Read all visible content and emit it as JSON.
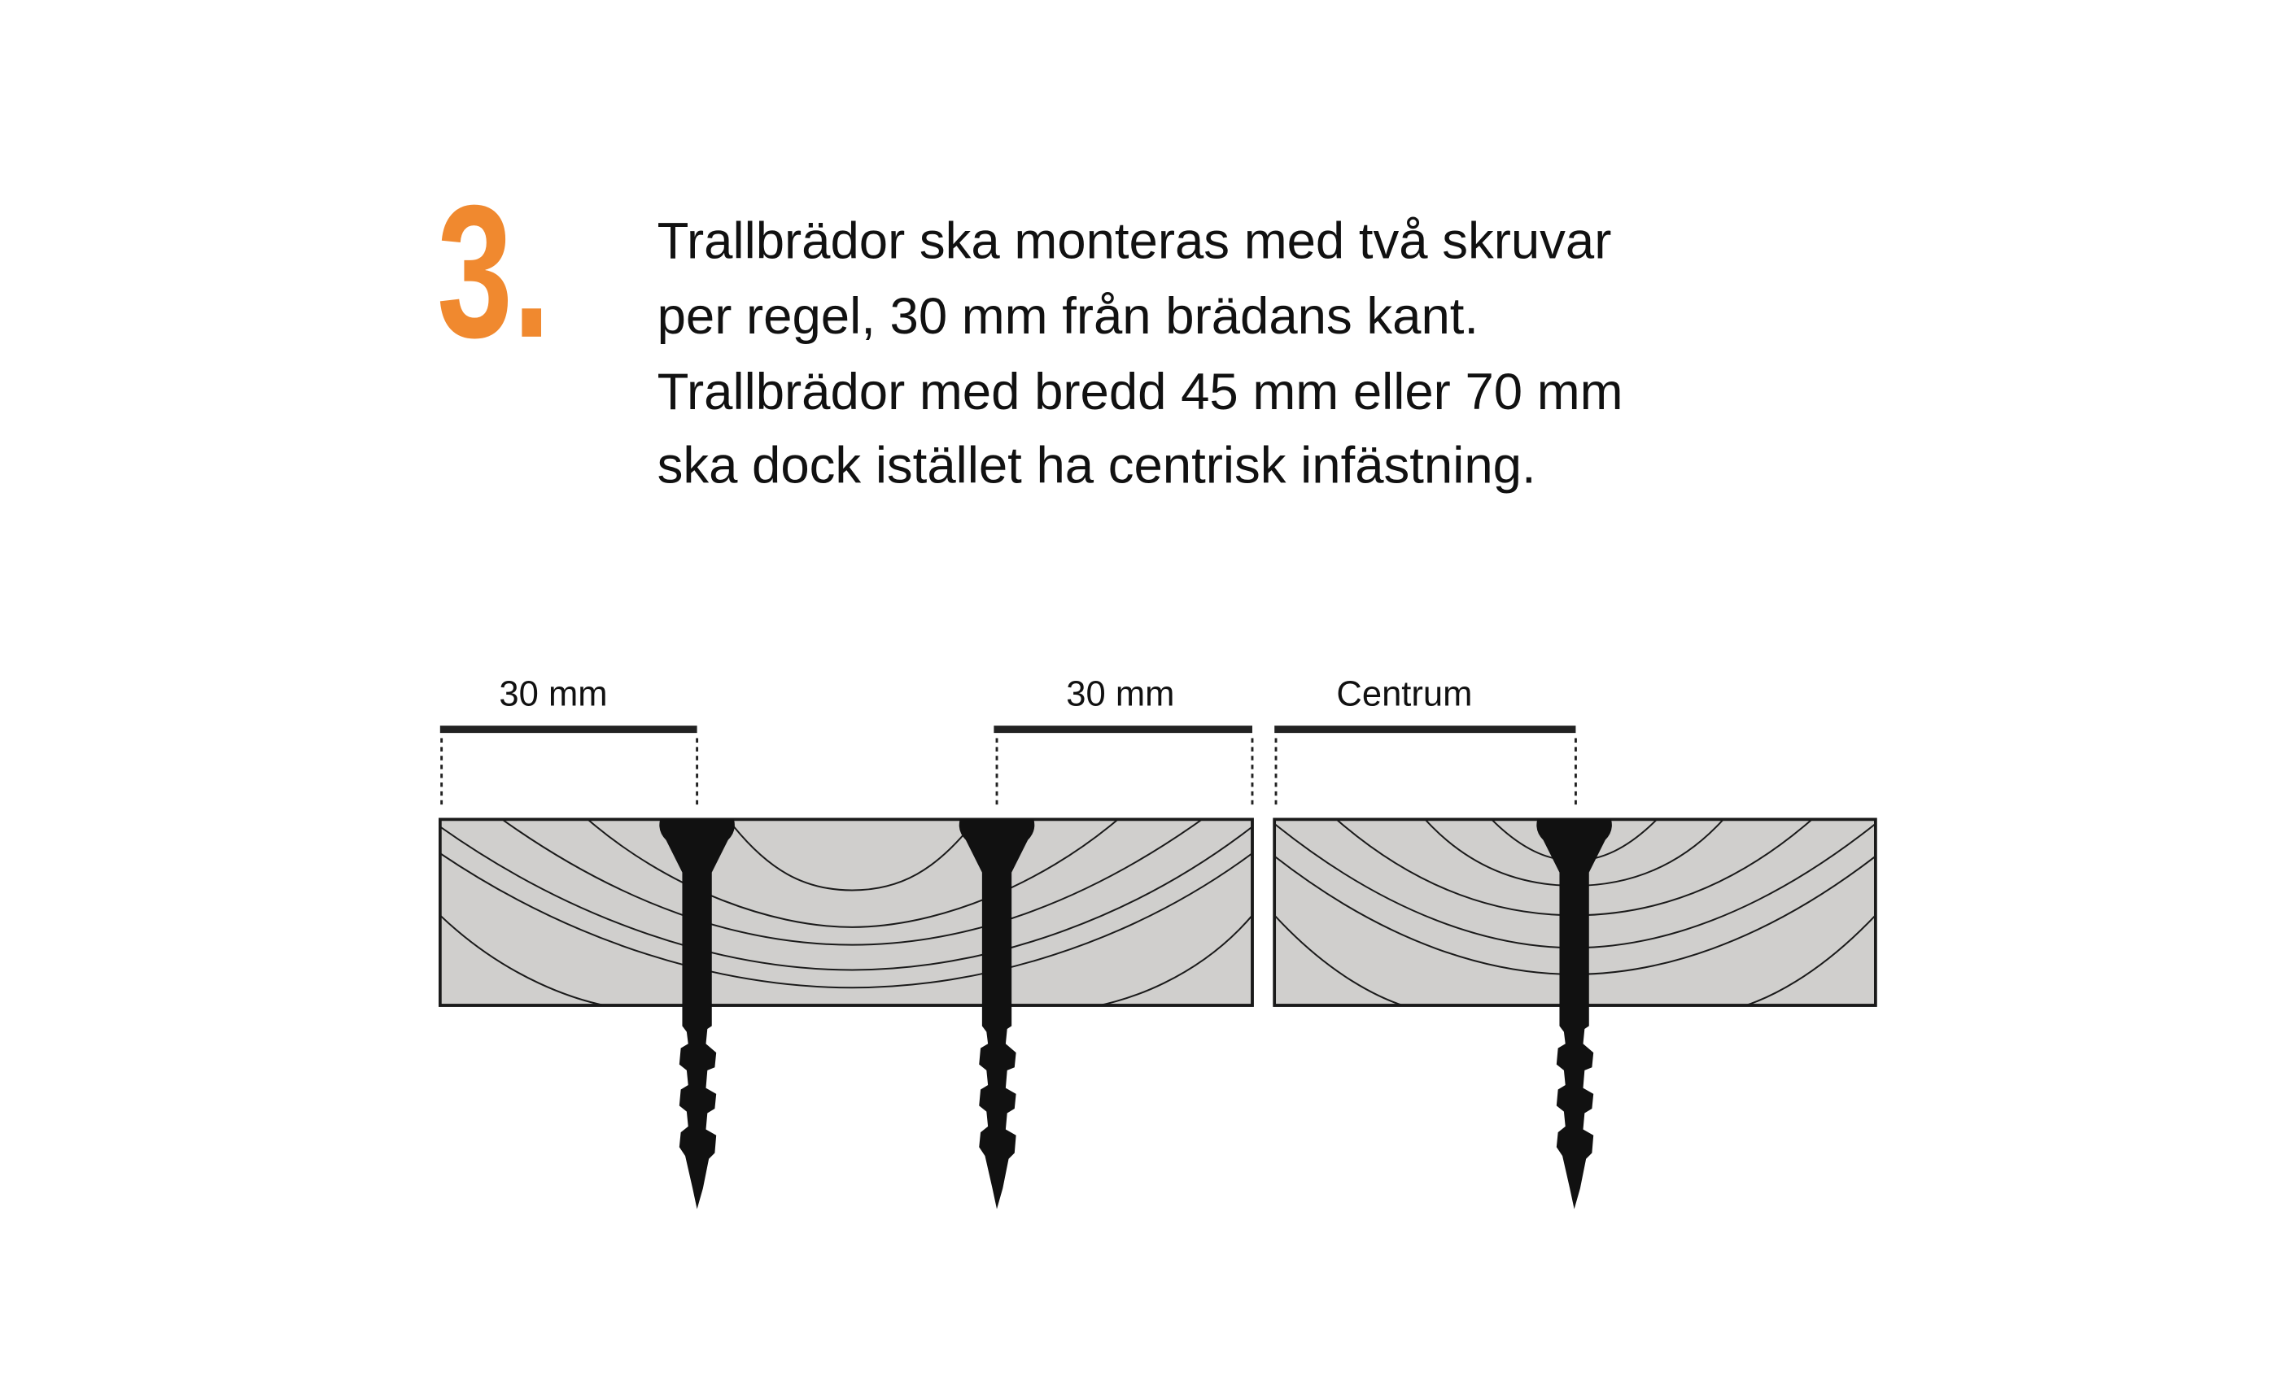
{
  "step": {
    "number": "3.",
    "color": "#F0892F"
  },
  "instructions": {
    "lines": [
      "Trallbrädor ska monteras med två skruvar",
      "per regel, 30 mm från brädans kant.",
      "Trallbrädor med bredd 45 mm eller 70 mm",
      "ska dock istället ha centrisk infästning."
    ]
  },
  "diagram": {
    "labels": [
      "30 mm",
      "30 mm",
      "Centrum"
    ],
    "colors": {
      "board": "#d0cfcd",
      "screw": "#111111",
      "line": "#222222"
    }
  }
}
